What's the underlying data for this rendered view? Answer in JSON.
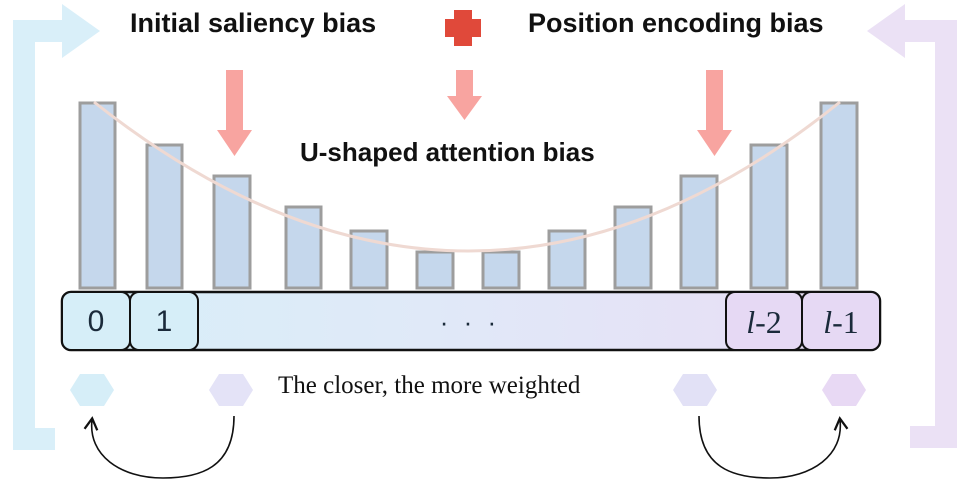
{
  "heading_left": "Initial saliency bias",
  "heading_right": "Position encoding bias",
  "heading_center": "U-shaped attention bias",
  "tokens": [
    "0",
    "1",
    "· · ·",
    "-2",
    "-1"
  ],
  "token_var": "l",
  "caption": "The closer, the more weighted",
  "colors": {
    "bar_fill": "#c5d7ec",
    "bar_stroke": "#9d9d9d",
    "curve": "#efd9d2",
    "arrow": "#f8a4a0",
    "plus": "#e0493a",
    "bracket_left": "#d9eff9",
    "bracket_right": "#ebe1f5"
  },
  "icons": [
    "plus-icon",
    "down-arrow-icon",
    "curved-arrow-icon",
    "hexagon-icon"
  ]
}
